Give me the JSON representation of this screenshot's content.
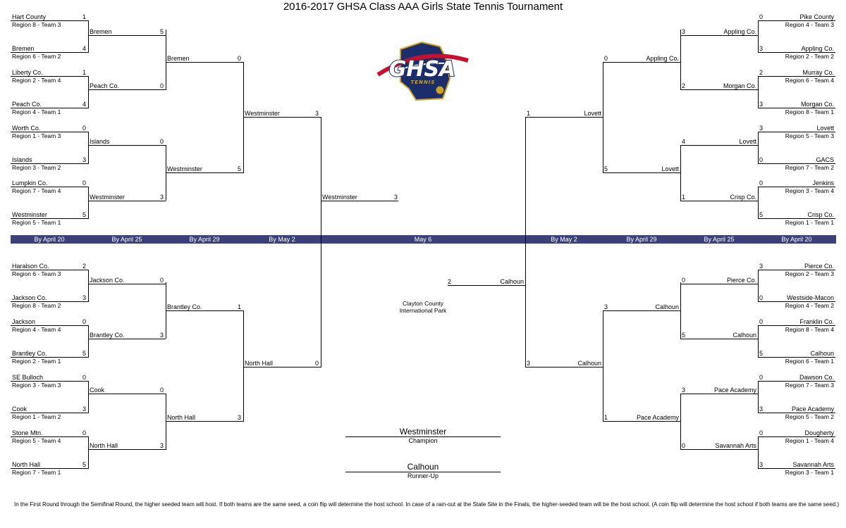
{
  "title": "2016-2017 GHSA Class AAA Girls State Tennis Tournament",
  "logo": {
    "text": "GHSA",
    "subtext": "TENNIS",
    "colors": {
      "navy": "#1c2d6b",
      "red": "#c8102e",
      "gold": "#c9a227"
    }
  },
  "rounds": [
    "By April 20",
    "By April 25",
    "By April 29",
    "By May 2",
    "May 6",
    "By May 2",
    "By April 29",
    "By April 25",
    "By April 20"
  ],
  "venue": [
    "Clayton County",
    "International Park"
  ],
  "finals": {
    "champion_name": "Westminster",
    "champion_label": "Champion",
    "runnerup_name": "Calhoun",
    "runnerup_label": "Runner-Up"
  },
  "note": "In the First Round through the Semifinal Round, the higher seeded team will host. If both teams are the same seed, a coin flip will determine the host school. In case of a rain-out at the State Site in the Finals, the higher-seeded team will be the host school.  (A coin flip will determine the host school if both teams are the same seed.)",
  "left_r1": [
    {
      "team": "Hart County",
      "seed": "Region 8 - Team 3",
      "score": "1"
    },
    {
      "team": "Bremen",
      "seed": "Region 6 - Team 2",
      "score": "4"
    },
    {
      "team": "Liberty Co.",
      "seed": "Region 2 - Team 4",
      "score": "1"
    },
    {
      "team": "Peach Co.",
      "seed": "Region 4 - Team 1",
      "score": "4"
    },
    {
      "team": "Worth Co.",
      "seed": "Region 1 - Team 3",
      "score": "0"
    },
    {
      "team": "Islands",
      "seed": "Region 3 - Team 2",
      "score": "3"
    },
    {
      "team": "Lumpkin Co.",
      "seed": "Region 7 - Team 4",
      "score": "0"
    },
    {
      "team": "Westminster",
      "seed": "Region 5 - Team 1",
      "score": "5"
    },
    {
      "team": "Haralson Co.",
      "seed": "Region 6 - Team 3",
      "score": "2"
    },
    {
      "team": "Jackson Co.",
      "seed": "Region 8 - Team 2",
      "score": "3"
    },
    {
      "team": "Jackson",
      "seed": "Region 4 - Team 4",
      "score": "0"
    },
    {
      "team": "Brantley Co.",
      "seed": "Region 2 - Team 1",
      "score": "5"
    },
    {
      "team": "SE Bulloch",
      "seed": "Region 3 - Team 3",
      "score": "0"
    },
    {
      "team": "Cook",
      "seed": "Region 1 - Team 2",
      "score": "3"
    },
    {
      "team": "Stone Mtn.",
      "seed": "Region 5 - Team 4",
      "score": "0"
    },
    {
      "team": "North Hall",
      "seed": "Region 7 - Team 1",
      "score": "5"
    }
  ],
  "left_r2": [
    {
      "team": "Bremen",
      "score": "5"
    },
    {
      "team": "Peach Co.",
      "score": "0"
    },
    {
      "team": "Islands",
      "score": "0"
    },
    {
      "team": "Westminster",
      "score": "3"
    },
    {
      "team": "Jackson Co.",
      "score": "0"
    },
    {
      "team": "Brantley Co.",
      "score": "3"
    },
    {
      "team": "Cook",
      "score": "0"
    },
    {
      "team": "North Hall",
      "score": "3"
    }
  ],
  "left_r3": [
    {
      "team": "Bremen",
      "score": "0"
    },
    {
      "team": "Westminster",
      "score": "5"
    },
    {
      "team": "Brantley Co.",
      "score": "1"
    },
    {
      "team": "North Hall",
      "score": "3"
    }
  ],
  "left_r4": [
    {
      "team": "Westminster",
      "score": "3"
    },
    {
      "team": "North Hall",
      "score": "0"
    }
  ],
  "left_final": {
    "team": "Westminster",
    "score": "3"
  },
  "right_r1": [
    {
      "team": "Pike County",
      "seed": "Region 4 - Team 3",
      "score": "0"
    },
    {
      "team": "Appling Co.",
      "seed": "Region 2 - Team 2",
      "score": "3"
    },
    {
      "team": "Murray Co.",
      "seed": "Region 6 - Team 4",
      "score": "2"
    },
    {
      "team": "Morgan Co.",
      "seed": "Region 8 - Team 1",
      "score": "3"
    },
    {
      "team": "Lovett",
      "seed": "Region 5 - Team 3",
      "score": "3"
    },
    {
      "team": "GACS",
      "seed": "Region 7 - Team 2",
      "score": "0"
    },
    {
      "team": "Jenkins",
      "seed": "Region 3 - Team 4",
      "score": "0"
    },
    {
      "team": "Crisp Co.",
      "seed": "Region 1 - Team 1",
      "score": "5"
    },
    {
      "team": "Pierce Co.",
      "seed": "Region 2 - Team 3",
      "score": "3"
    },
    {
      "team": "Westside-Macon",
      "seed": "Region 4 - Team 2",
      "score": "0"
    },
    {
      "team": "Franklin Co.",
      "seed": "Region 8 - Team 4",
      "score": "0"
    },
    {
      "team": "Calhoun",
      "seed": "Region 6 - Team 1",
      "score": "5"
    },
    {
      "team": "Dawson Co.",
      "seed": "Region 7 - Team 3",
      "score": "0"
    },
    {
      "team": "Pace Academy",
      "seed": "Region 5 - Team 2",
      "score": "3"
    },
    {
      "team": "Dougherty",
      "seed": "Region 1 - Team 4",
      "score": "0"
    },
    {
      "team": "Savannah Arts",
      "seed": "Region 3 - Team 1",
      "score": "3"
    }
  ],
  "right_r2": [
    {
      "team": "Appling Co.",
      "score": "3"
    },
    {
      "team": "Morgan Co.",
      "score": "2"
    },
    {
      "team": "Lovett",
      "score": "4"
    },
    {
      "team": "Crisp Co.",
      "score": "1"
    },
    {
      "team": "Pierce Co.",
      "score": "0"
    },
    {
      "team": "Calhoun",
      "score": "5"
    },
    {
      "team": "Pace Academy",
      "score": "3"
    },
    {
      "team": "Savannah Arts",
      "score": "0"
    }
  ],
  "right_r3": [
    {
      "team": "Appling Co.",
      "score": "0"
    },
    {
      "team": "Lovett",
      "score": "5"
    },
    {
      "team": "Calhoun",
      "score": "3"
    },
    {
      "team": "Pace Academy",
      "score": "1"
    }
  ],
  "right_r4": [
    {
      "team": "Lovett",
      "score": "1"
    },
    {
      "team": "Calhoun",
      "score": "3"
    }
  ],
  "right_final": {
    "team": "Calhoun",
    "score": "2"
  }
}
